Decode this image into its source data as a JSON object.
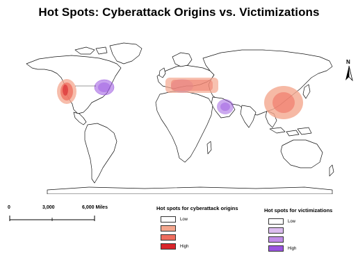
{
  "title": "Hot Spots: Cyberattack Origins vs. Victimizations",
  "north_arrow": {
    "letter": "N"
  },
  "scale_bar": {
    "labels": [
      "0",
      "3,000",
      "6,000 Miles"
    ]
  },
  "legends": [
    {
      "title": "Hot spots for cyberattack origins",
      "items": [
        {
          "label": "Low",
          "color": "#ffffff"
        },
        {
          "label": "",
          "color": "#f4a78f"
        },
        {
          "label": "",
          "color": "#ee6d5e"
        },
        {
          "label": "High",
          "color": "#d9252b"
        }
      ]
    },
    {
      "title": "Hot spots for victimizations",
      "items": [
        {
          "label": "Low",
          "color": "#ffffff"
        },
        {
          "label": "",
          "color": "#dcbdf0"
        },
        {
          "label": "",
          "color": "#c08ce8"
        },
        {
          "label": "High",
          "color": "#9a55e0"
        }
      ]
    }
  ],
  "colors": {
    "origin_accent": "#e9584b",
    "victim_accent": "#9a55e0",
    "land_outline": "#111111"
  }
}
